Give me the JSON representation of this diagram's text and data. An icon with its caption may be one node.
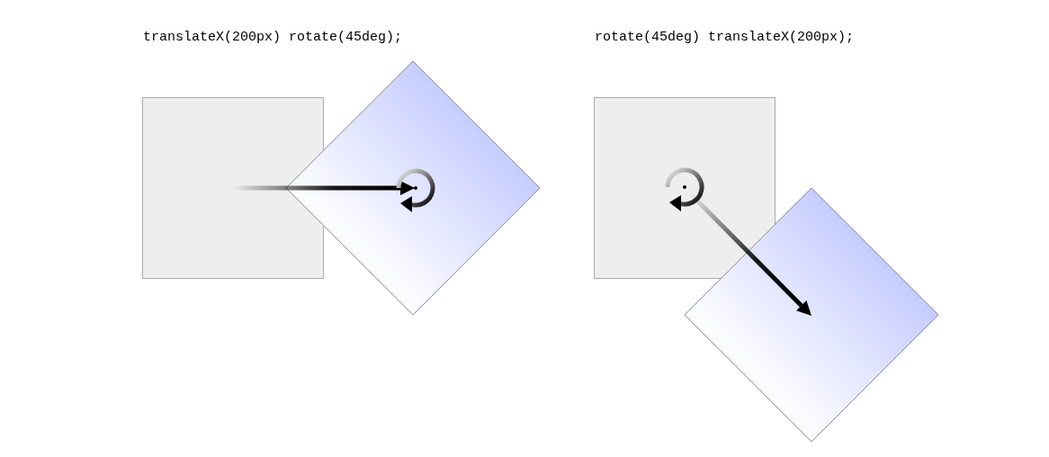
{
  "diagram": {
    "nodes": [
      {
        "text": [],
        "shape": "box"
      },
      {
        "text": [],
        "shape": "diamond"
      },
      {
        "text": [],
        "shape": "box"
      },
      {
        "text": [],
        "shape": "diamond"
      }
    ],
    "edges": [
      {
        "from": 0,
        "to": 1,
        "arrow": "to"
      },
      {
        "from": 2,
        "to": 3,
        "arrow": "to"
      }
    ],
    "labels": [
      "translateX(200px) rotate(45deg);",
      "rotate(45deg) translateX(200px);"
    ]
  }
}
